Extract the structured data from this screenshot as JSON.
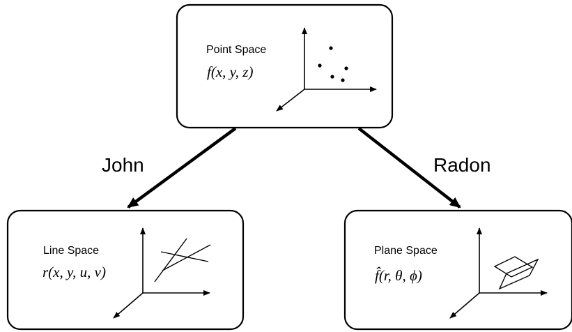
{
  "nodes": {
    "point": {
      "title": "Point Space",
      "formula": "f(x, y, z)"
    },
    "line": {
      "title": "Line Space",
      "formula": "r(x, y, u, v)"
    },
    "plane": {
      "title": "Plane Space",
      "formula": "f̂(r, θ, ϕ)"
    }
  },
  "edges": {
    "left": {
      "label": "John"
    },
    "right": {
      "label": "Radon"
    }
  }
}
